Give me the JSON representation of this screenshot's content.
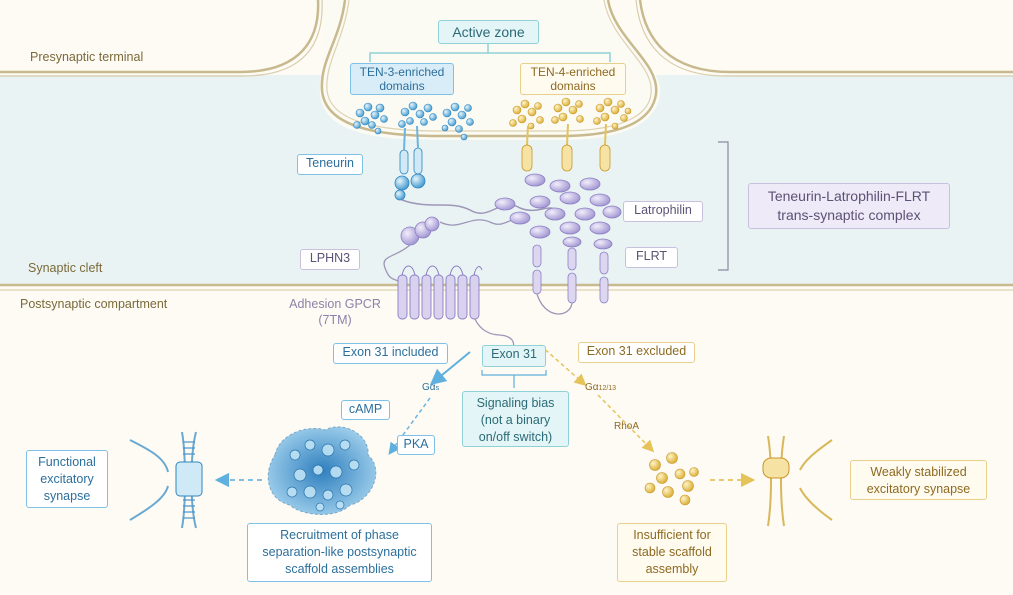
{
  "regions": {
    "presynaptic": "Presynaptic terminal",
    "cleft": "Synaptic cleft",
    "postsynaptic": "Postsynaptic compartment"
  },
  "labels": {
    "active_zone": "Active zone",
    "ten3": "TEN-3-enriched domains",
    "ten4": "TEN-4-enriched domains",
    "teneurin": "Teneurin",
    "latrophilin": "Latrophilin",
    "lphn3": "LPHN3",
    "flrt": "FLRT",
    "complex": "Teneurin-Latrophilin-FLRT trans-synaptic complex",
    "gpcr": "Adhesion GPCR (7TM)",
    "exon_included": "Exon 31 included",
    "exon31": "Exon 31",
    "exon_excluded": "Exon 31 excluded",
    "gas_main": "Gα",
    "gas_sub": "s",
    "ga1213_main": "Gα",
    "ga1213_sub": "12/13",
    "camp": "cAMP",
    "pka": "PKA",
    "rhoa": "RhoA",
    "bias": "Signaling bias (not a binary on/off switch)",
    "functional": "Functional excitatory synapse",
    "recruitment": "Recruitment of phase separation-like postsynaptic scaffold assemblies",
    "insufficient": "Insufficient for stable scaffold assembly",
    "weak": "Weakly stabilized excitatory synapse"
  },
  "colors": {
    "blue": "#4aa3d8",
    "gold": "#e6c25a",
    "purple": "#b3a8dc",
    "teal": "#8fd1d6",
    "membrane": "#c8b98e"
  }
}
